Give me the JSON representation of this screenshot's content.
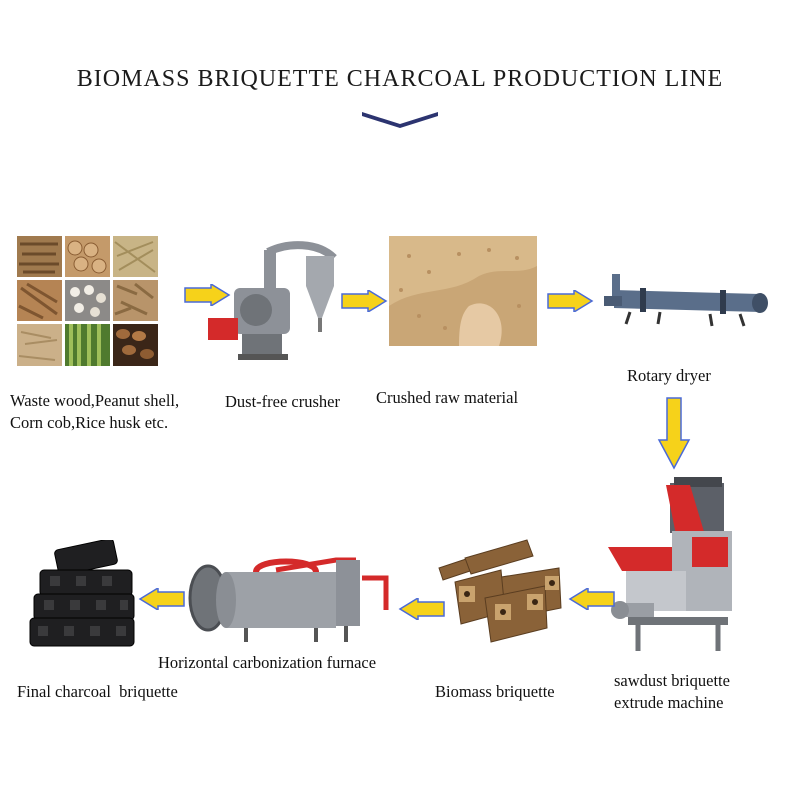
{
  "title": "BIOMASS BRIQUETTE CHARCOAL PRODUCTION LINE",
  "steps": [
    {
      "id": "raw",
      "label_lines": [
        "Waste wood,Peanut shell,",
        "Corn cob,Rice husk etc."
      ]
    },
    {
      "id": "crusher",
      "label": "Dust-free crusher"
    },
    {
      "id": "crushed",
      "label": "Crushed raw material"
    },
    {
      "id": "dryer",
      "label": "Rotary dryer"
    },
    {
      "id": "extruder",
      "label_lines": [
        "sawdust briquette",
        "extrude machine"
      ]
    },
    {
      "id": "briquette",
      "label": "Biomass briquette"
    },
    {
      "id": "furnace",
      "label": "Horizontal carbonization furnace"
    },
    {
      "id": "charcoal",
      "label": "Final charcoal  briquette"
    }
  ],
  "colors": {
    "arrow_fill": "#f6d21a",
    "arrow_stroke": "#4a6ad8",
    "chevron": "#2c3470",
    "machine_red": "#d42a2a",
    "machine_grey": "#8d9198"
  }
}
